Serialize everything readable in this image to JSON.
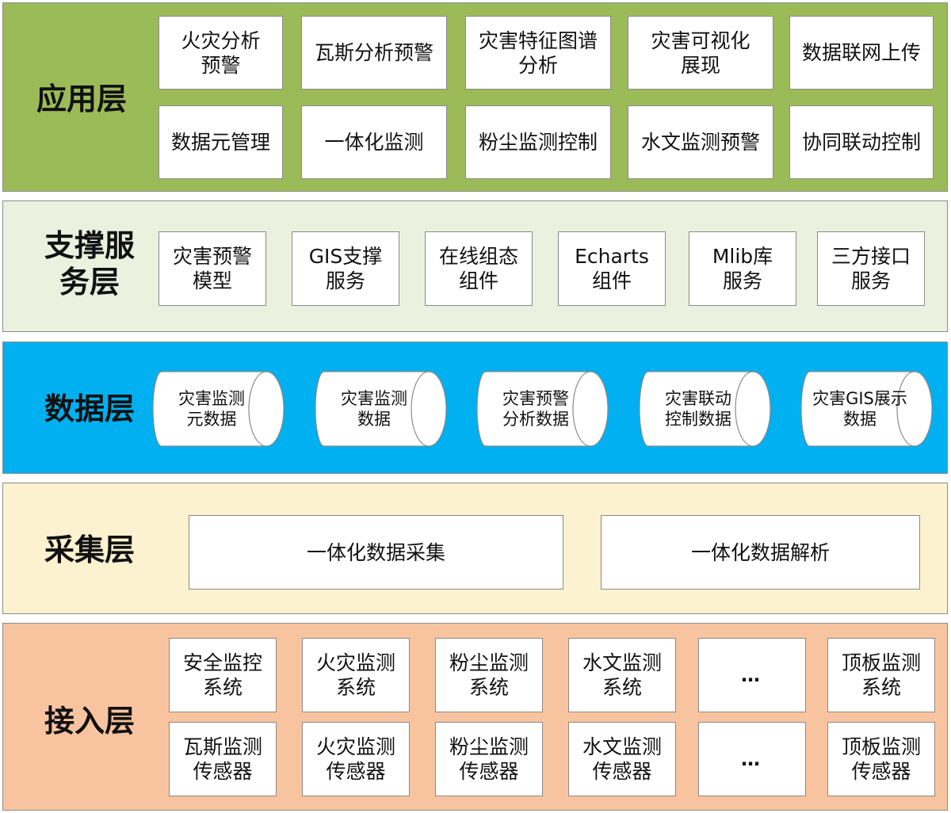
{
  "colors": {
    "application": "#9bbb59",
    "support": "#ebf1de",
    "data": "#00b0f0",
    "acquisition": "#fdf2d0",
    "access": "#f8c49f"
  },
  "application_layer": {
    "title": "应用层",
    "row1": [
      "火灾分析\n预警",
      "瓦斯分析预警",
      "灾害特征图谱\n分析",
      "灾害可视化\n展现",
      "数据联网上传"
    ],
    "row2": [
      "数据元管理",
      "一体化监测",
      "粉尘监测控制",
      "水文监测预警",
      "协同联动控制"
    ]
  },
  "support_layer": {
    "title": "支撑服\n务层",
    "items": [
      "灾害预警\n模型",
      "GIS支撑\n服务",
      "在线组态\n组件",
      "Echarts\n组件",
      "Mlib库\n服务",
      "三方接口\n服务"
    ]
  },
  "data_layer": {
    "title": "数据层",
    "items": [
      "灾害监测\n元数据",
      "灾害监测\n数据",
      "灾害预警\n分析数据",
      "灾害联动\n控制数据",
      "灾害GIS展示\n数据"
    ]
  },
  "acquisition_layer": {
    "title": "采集层",
    "items": [
      "一体化数据采集",
      "一体化数据解析"
    ]
  },
  "access_layer": {
    "title": "接入层",
    "row1": [
      "安全监控\n系统",
      "火灾监测\n系统",
      "粉尘监测\n系统",
      "水文监测\n系统",
      "…",
      "顶板监测\n系统"
    ],
    "row2": [
      "瓦斯监测\n传感器",
      "火灾监测\n传感器",
      "粉尘监测\n传感器",
      "水文监测\n传感器",
      "…",
      "顶板监测\n传感器"
    ]
  }
}
